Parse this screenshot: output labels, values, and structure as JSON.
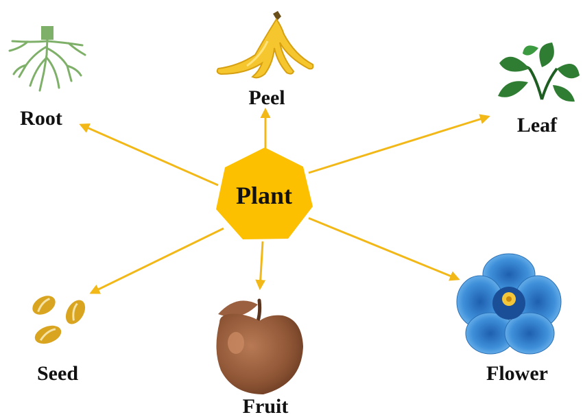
{
  "diagram": {
    "center": {
      "label": "Plant"
    },
    "parts": [
      {
        "id": "root",
        "label": "Root",
        "icon": "roots-icon"
      },
      {
        "id": "peel",
        "label": "Peel",
        "icon": "banana-peel-icon"
      },
      {
        "id": "leaf",
        "label": "Leaf",
        "icon": "leaves-icon"
      },
      {
        "id": "seed",
        "label": "Seed",
        "icon": "seeds-icon"
      },
      {
        "id": "fruit",
        "label": "Fruit",
        "icon": "apple-icon"
      },
      {
        "id": "flower",
        "label": "Flower",
        "icon": "blue-flower-icon"
      }
    ]
  },
  "colors": {
    "accent": "#FDC001",
    "arrow": "#F2B818",
    "text": "#111111",
    "root": "#7FB069",
    "peel": "#F6C62E",
    "leaf": "#2E7D32",
    "seed": "#D9A521",
    "fruit": "#9A6040",
    "flower": "#3E8FD9"
  }
}
